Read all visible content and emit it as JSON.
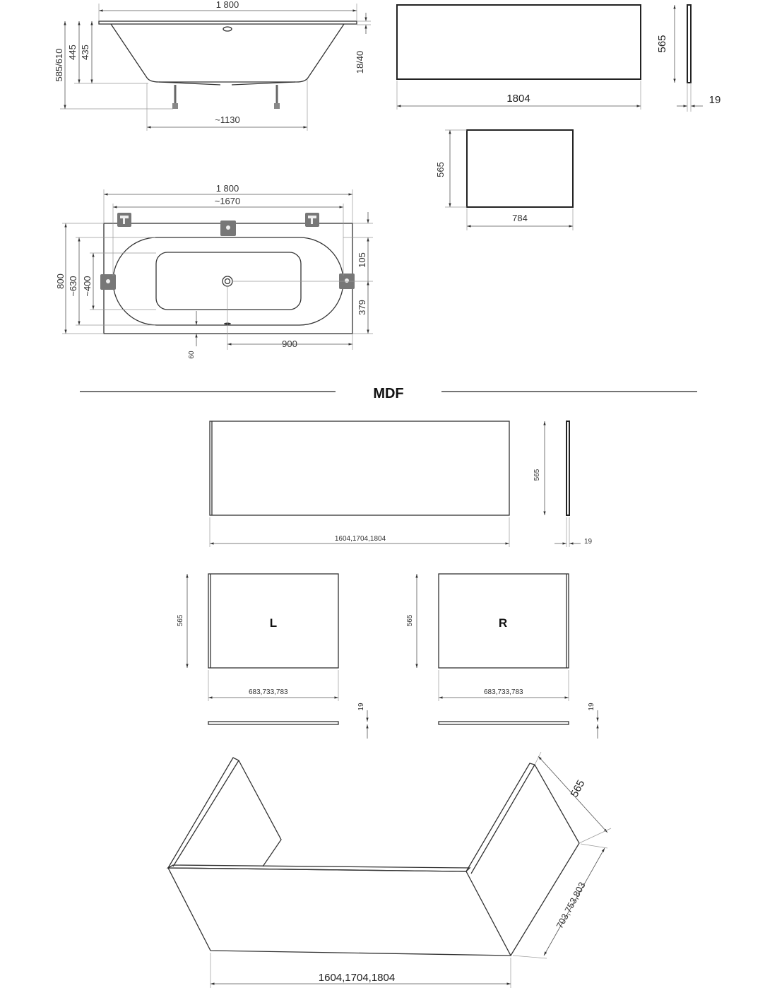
{
  "side_view": {
    "length": "1 800",
    "height_total": "585/610",
    "depth_outer": "445",
    "depth_inner": "435",
    "rim": "18/40",
    "feet_spacing": "~1130"
  },
  "front_panel_acrylic": {
    "height": "565",
    "length": "1804",
    "thickness": "19"
  },
  "side_panel_acrylic": {
    "height": "565",
    "length": "784"
  },
  "plan_view": {
    "length": "1 800",
    "inner_length": "~1670",
    "width": "800",
    "inner_width": "~630",
    "bottom_width": "~400",
    "drain_offset_top": "105",
    "drain_offset_bottom": "379",
    "drain_offset_side": "900",
    "overflow_offset": "60"
  },
  "section_title": "MDF",
  "mdf_front_panel": {
    "height": "565",
    "length": "1604,1704,1804",
    "thickness": "19"
  },
  "mdf_left_panel": {
    "label": "L",
    "height": "565",
    "length": "683,733,783",
    "thickness": "19"
  },
  "mdf_right_panel": {
    "label": "R",
    "height": "565",
    "length": "683,733,783",
    "thickness": "19"
  },
  "mdf_assembly": {
    "height": "565",
    "side_length": "703,753,803",
    "front_length": "1604,1704,1804"
  }
}
